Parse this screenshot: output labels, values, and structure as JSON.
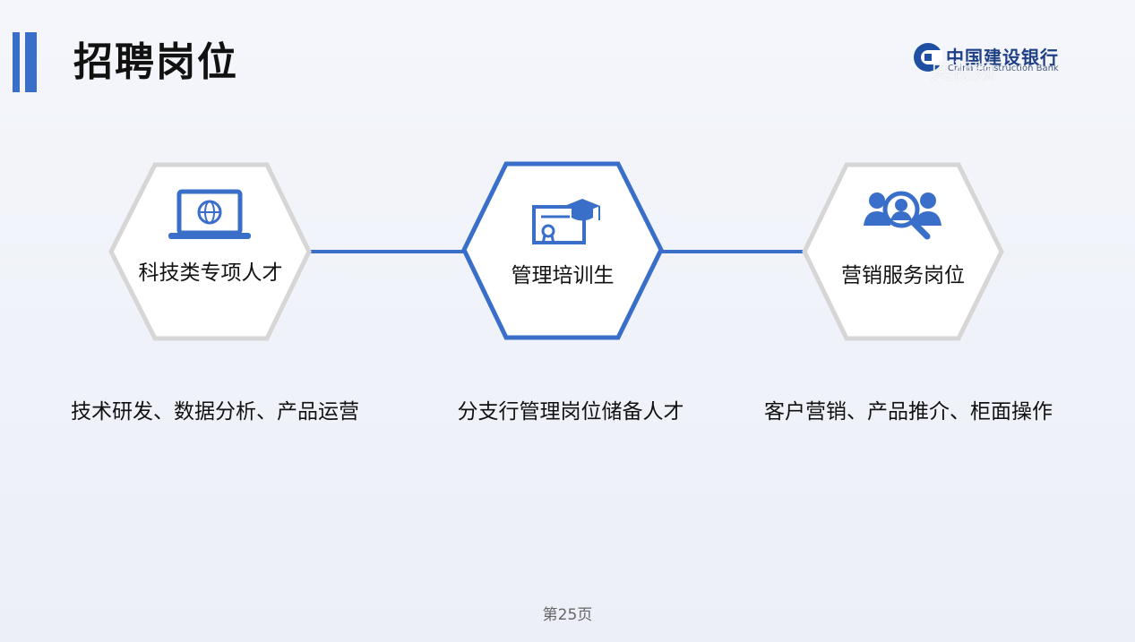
{
  "header": {
    "title": "招聘岗位",
    "logo_cn": "中国建设银行",
    "logo_en": "China Construction Bank",
    "watermark": "央视频"
  },
  "positions": [
    {
      "label": "科技类专项人才",
      "icon": "laptop-globe-icon",
      "description": "技术研发、数据分析、产品运营",
      "highlighted": false
    },
    {
      "label": "管理培训生",
      "icon": "certificate-graduation-cap-icon",
      "description": "分支行管理岗位储备人才",
      "highlighted": true
    },
    {
      "label": "营销服务岗位",
      "icon": "people-search-icon",
      "description": "客户营销、产品推介、柜面操作",
      "highlighted": false
    }
  ],
  "footer": {
    "page": "第25页"
  },
  "colors": {
    "accent": "#3a6fc9",
    "hex_fill": "#ffffff",
    "hex_border": "#d4d4d4"
  }
}
